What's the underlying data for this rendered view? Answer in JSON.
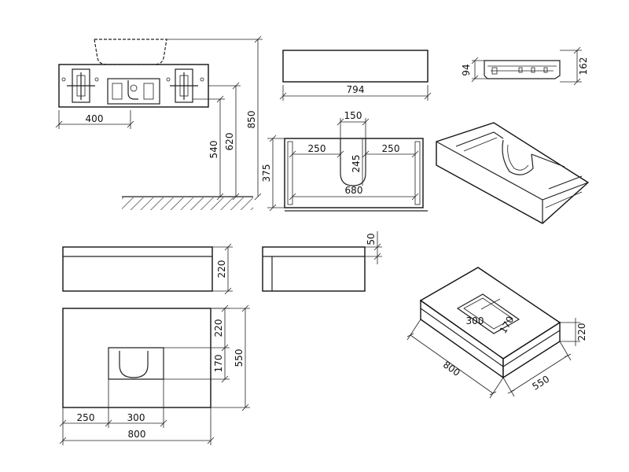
{
  "dimensions": {
    "front_width": "400",
    "height_540": "540",
    "height_620": "620",
    "height_850": "850",
    "top_width": "794",
    "side_94": "94",
    "side_162": "162",
    "drawer_150": "150",
    "drawer_250_left": "250",
    "drawer_250_right": "250",
    "drawer_245": "245",
    "drawer_375": "375",
    "drawer_680": "680",
    "elev_220": "220",
    "elev_50": "50",
    "plan_220": "220",
    "plan_170": "170",
    "plan_550": "550",
    "plan_250": "250",
    "plan_300": "300",
    "plan_800": "800",
    "iso_300": "300",
    "iso_170": "170",
    "iso_220": "220",
    "iso_800": "800",
    "iso_550": "550"
  }
}
